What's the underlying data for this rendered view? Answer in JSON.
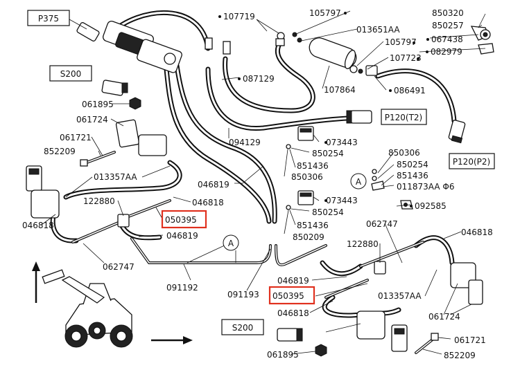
{
  "ref_boxes": {
    "p375": "P375",
    "s200_top": "S200",
    "s200_bottom": "S200",
    "p120_t2": "P120(T2)",
    "p120_p2": "P120(P2)"
  },
  "part_labels": {
    "107719": "107719",
    "105797_top": "105797",
    "013651aa": "013651AA",
    "850320": "850320",
    "850257": "850257",
    "067438": "067438",
    "105797_right": "105797",
    "082979": "082979",
    "107723": "107723",
    "087129": "087129",
    "086491": "086491",
    "107864": "107864",
    "061895_top": "061895",
    "061724_top": "061724",
    "061721_left": "061721",
    "852209_left": "852209",
    "094129": "094129",
    "073443_top": "073443",
    "850254_top": "850254",
    "851436_top": "851436",
    "850306_mid": "850306",
    "850306_right": "850306",
    "850254_right": "850254",
    "851436_right": "851436",
    "011873aa": "011873AA Φ6",
    "013357aa_left": "013357AA",
    "046819_mid": "046819",
    "046818_mid": "046818",
    "122880_left": "122880",
    "050395_left": "050395",
    "046818_left": "046818",
    "046819_left": "046819",
    "062747_left": "062747",
    "091192": "091192",
    "073443_mid": "073443",
    "850254_mid": "850254",
    "851436_mid": "851436",
    "850209": "850209",
    "092585": "092585",
    "062747_right": "062747",
    "046818_right": "046818",
    "122880_right": "122880",
    "046819_bottom": "046819",
    "091193": "091193",
    "050395_bottom": "050395",
    "013357aa_right": "013357AA",
    "046818_bottom": "046818",
    "061724_bottom": "061724",
    "061721_bottom": "061721",
    "852209_bottom": "852209",
    "061895_bottom": "061895"
  },
  "detail_marker": "A",
  "highlight_color": "#e0301e"
}
